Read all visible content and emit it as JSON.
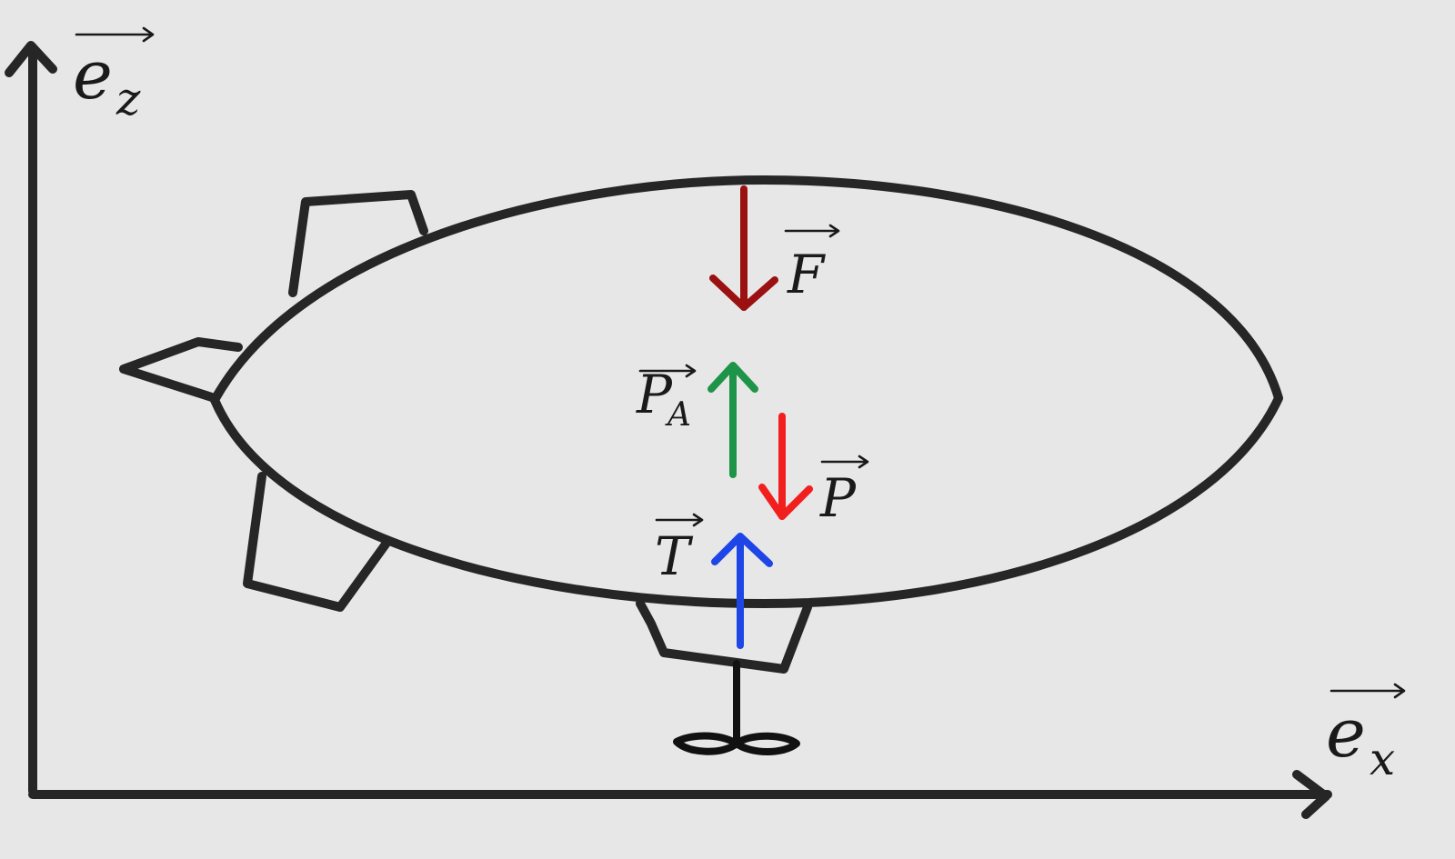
{
  "axes": {
    "vertical": {
      "base": "e",
      "sub": "z"
    },
    "horizontal": {
      "base": "e",
      "sub": "x"
    }
  },
  "forces": [
    {
      "id": "F",
      "base": "F",
      "sub": "",
      "direction": "down",
      "color": "#9b1010"
    },
    {
      "id": "PA",
      "base": "P",
      "sub": "A",
      "direction": "up",
      "color": "#1e9448"
    },
    {
      "id": "P",
      "base": "P",
      "sub": "",
      "direction": "down",
      "color": "#f21f1f"
    },
    {
      "id": "T",
      "base": "T",
      "sub": "",
      "direction": "up",
      "color": "#1e46e6"
    }
  ],
  "colors": {
    "background": "#e7e7e7",
    "ink": "#262626"
  }
}
